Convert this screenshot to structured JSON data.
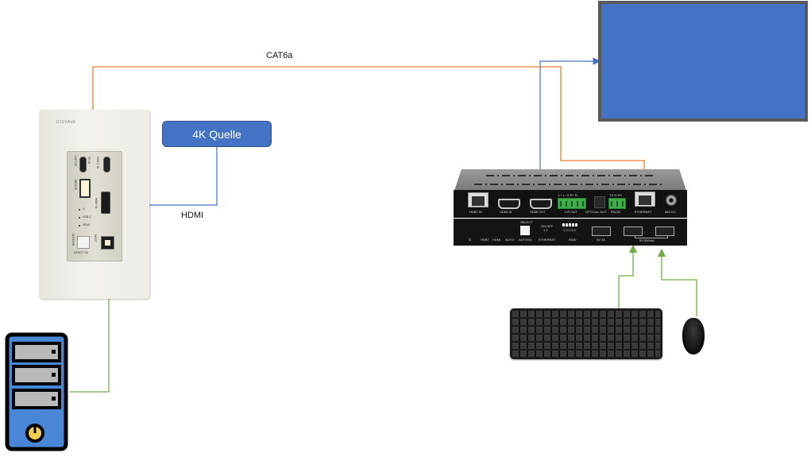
{
  "diagram": {
    "title": "",
    "connections": [
      {
        "label": "CAT6a",
        "type": "CAT6a",
        "from": "wall-plate-transmitter",
        "to": "extender-receiver-ethernet",
        "color": "#ed7d31"
      },
      {
        "label": "HDMI",
        "type": "HDMI",
        "from": "4k-source",
        "to": "wall-plate-transmitter-hdmi-in",
        "color": "#4472c4"
      },
      {
        "label": "",
        "type": "HDMI",
        "from": "extender-receiver-hdmi-out",
        "to": "display",
        "color": "#4472c4"
      },
      {
        "label": "",
        "type": "USB",
        "from": "pc",
        "to": "wall-plate-transmitter-usb-host",
        "color": "#70ad47"
      },
      {
        "label": "",
        "type": "USB",
        "from": "keyboard",
        "to": "extender-receiver-usb",
        "color": "#70ad47"
      },
      {
        "label": "",
        "type": "USB",
        "from": "mouse",
        "to": "extender-receiver-usb",
        "color": "#70ad47"
      }
    ],
    "labels": {
      "cat6a": "CAT6a",
      "hdmi": "HDMI"
    },
    "source_box": {
      "label": "4K Quelle",
      "color": "#4472c4"
    },
    "display": {
      "color": "#4472c4",
      "frame_color": "#5a5a5a"
    },
    "wall_plate": {
      "brand": "JOSVAVA",
      "ports": {
        "laptop": "LAPTOP",
        "pd_in": "PD IN",
        "usb_c_in": "USB C IN",
        "device": "DEVICE",
        "hdmi_in": "HDMI IN",
        "led1": "⏻",
        "led2": "USB-C",
        "led3": "HDMI",
        "autosw": "AUTOSW",
        "reset": "RESET+3S",
        "host": "HOST"
      }
    },
    "extender": {
      "front_ports": [
        "HDBT IN",
        "HDMI IN",
        "HDMI OUT",
        "L/R OUT",
        "OPTICAL OUT",
        "RS232",
        "ETHERNET",
        "48V DC"
      ],
      "audio_pins": "L+ L- G R+ R-",
      "rs232_pins": "TX G RX",
      "rear_labels": [
        "⏻",
        "HDBT",
        "HDMI",
        "AUTO",
        "AUTO/3s",
        "ETHERNET",
        "EDID",
        "5V 2A",
        "5V 500mA"
      ],
      "select_label": "SELECT",
      "switch_label": "ON OFF",
      "switch_nums": "1 2",
      "dip_label": "1 2 3 4 5"
    },
    "colors": {
      "cat6a": "#ed7d31",
      "cat6a_light": "#f4b183",
      "hdmi": "#4472c4",
      "usb": "#70ad47"
    }
  }
}
